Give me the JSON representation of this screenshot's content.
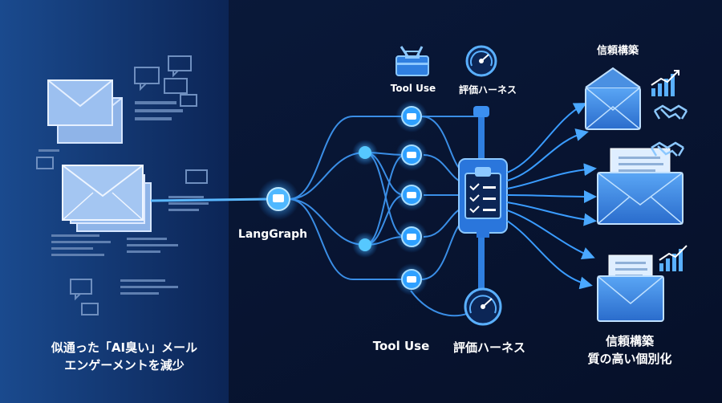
{
  "labels": {
    "left_line1": "似通った「AI臭い」メール",
    "left_line2": "エンゲーメントを減少",
    "langgraph": "LangGraph",
    "tool_use_top": "Tool Use",
    "eval_top": "評価ハーネス",
    "tool_use_bottom": "Tool Use",
    "eval_bottom": "評価ハーネス",
    "trust_top": "信頼構築",
    "right_line1": "信頼構築",
    "right_line2": "質の高い個別化"
  },
  "icons": {
    "left": [
      "envelope-stack-icon",
      "speech-bubble-icon",
      "text-lines-icon"
    ],
    "center": [
      "langgraph-node-icon",
      "chat-node-icon",
      "toolbox-icon",
      "gauge-icon",
      "clipboard-checklist-icon"
    ],
    "right": [
      "envelope-letter-icon",
      "growth-chart-icon",
      "handshake-icon"
    ]
  },
  "colors": {
    "background": "#07122b",
    "left_panel": "#12356e",
    "accent": "#3aa6ff",
    "node_glow": "#4fc3ff",
    "envelope": "#4a90e2",
    "text": "#ffffff"
  }
}
